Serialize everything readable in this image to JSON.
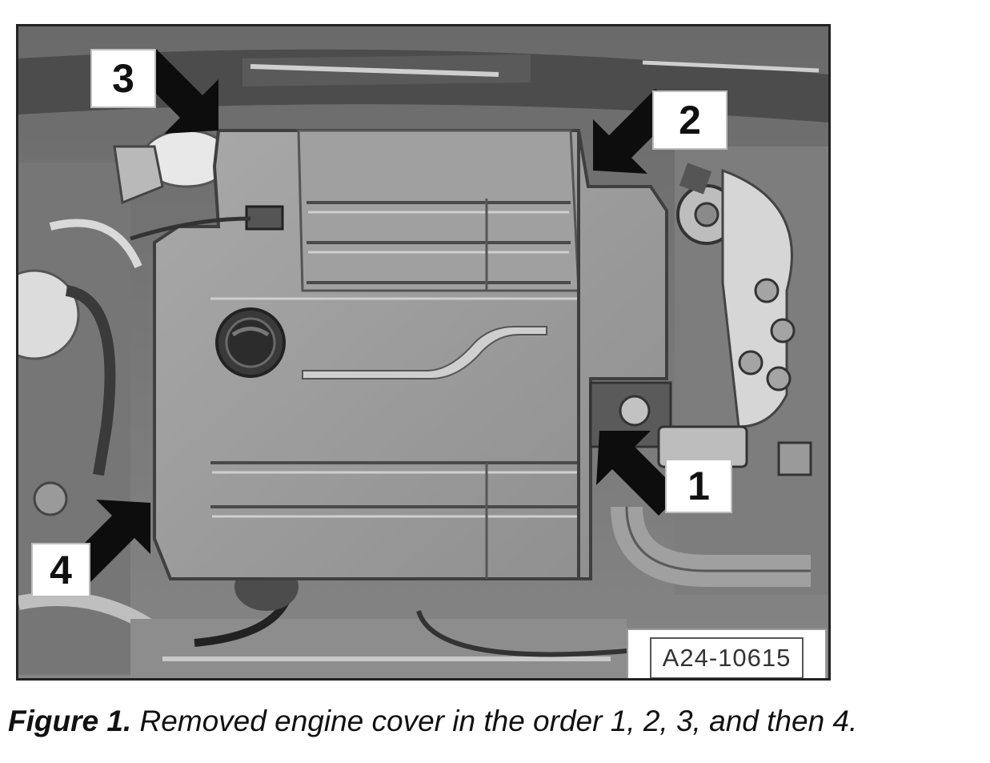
{
  "figure": {
    "ref_code": "A24-10615",
    "callouts": [
      {
        "label": "1"
      },
      {
        "label": "2"
      },
      {
        "label": "3"
      },
      {
        "label": "4"
      }
    ]
  },
  "caption": {
    "prefix": "Figure 1.",
    "text": " Removed engine cover in the order 1, 2, 3, and then 4."
  }
}
